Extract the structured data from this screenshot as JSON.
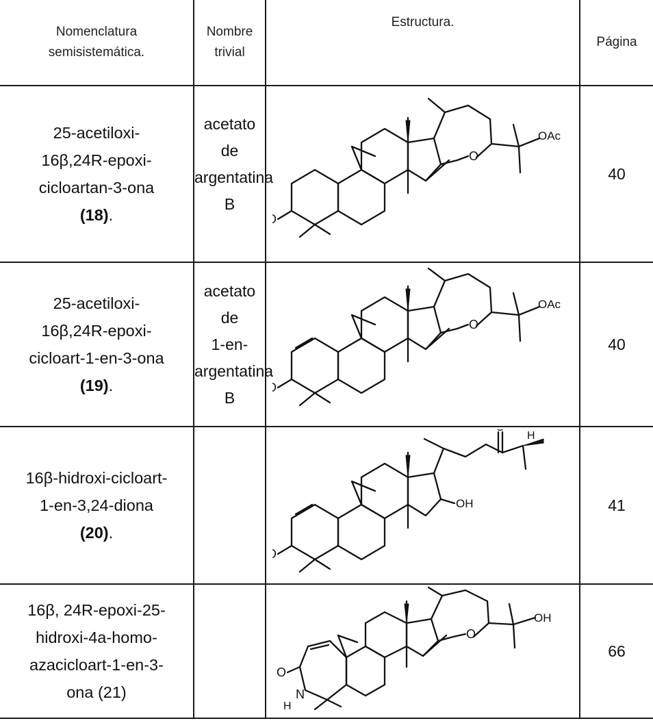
{
  "headers": {
    "nomenclature_line1": "Nomenclatura",
    "nomenclature_line2": "semisistemática.",
    "trivial_line1": "Nombre",
    "trivial_line2": "trivial",
    "structure": "Estructura.",
    "page": "Página"
  },
  "rows": [
    {
      "name_lines": [
        "25-acetiloxi-",
        "16β,24R-epoxi-",
        "cicloartan-3-ona"
      ],
      "compound_number": "(18)",
      "compound_suffix": ".",
      "trivial_lines": [
        "acetato de",
        "argentatina",
        "B"
      ],
      "structure_labels": {
        "ring_o": "O",
        "ketone_o": "O",
        "side": "OAc"
      },
      "page": "40"
    },
    {
      "name_lines": [
        "25-acetiloxi-",
        "16β,24R-epoxi-",
        "cicloart-1-en-3-ona"
      ],
      "compound_number": "(19)",
      "compound_suffix": ".",
      "trivial_lines": [
        "acetato de",
        "1-en-",
        "argentatina",
        "B"
      ],
      "structure_labels": {
        "ring_o": "O",
        "ketone_o": "O",
        "side": "OAc"
      },
      "page": "40"
    },
    {
      "name_lines": [
        "16β-hidroxi-cicloart-",
        "1-en-3,24-diona"
      ],
      "compound_number": "(20)",
      "compound_suffix": ".",
      "trivial_lines": [],
      "structure_labels": {
        "top_o": "O",
        "h": "H",
        "oh": "OH",
        "ketone_o": "O"
      },
      "page": "41"
    },
    {
      "name_lines": [
        "16β, 24R-epoxi-25-",
        "hidroxi-4a-homo-",
        "azacicloart-1-en-3-",
        "ona (21)"
      ],
      "compound_number": "",
      "compound_suffix": "",
      "trivial_lines": [],
      "structure_labels": {
        "ring_o": "O",
        "oh": "OH",
        "ketone_o": "O",
        "n": "N",
        "h": "H"
      },
      "page": "66"
    }
  ]
}
